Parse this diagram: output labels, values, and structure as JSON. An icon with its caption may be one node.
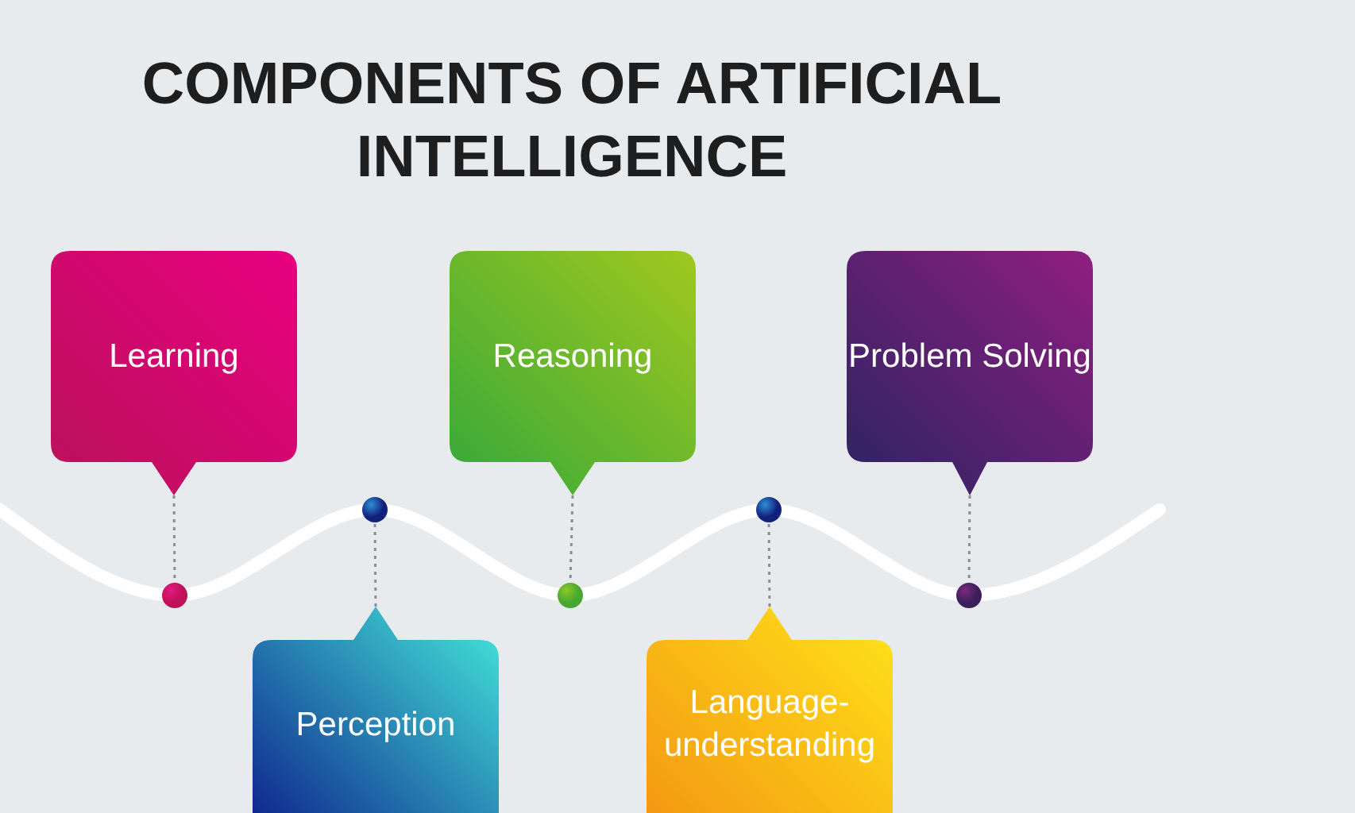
{
  "diagram": {
    "title": "COMPONENTS OF ARTIFICIAL INTELLIGENCE",
    "nodes": [
      {
        "text": [
          "Learning"
        ]
      },
      {
        "text": [
          "Reasoning"
        ]
      },
      {
        "text": [
          "Problem Solving"
        ]
      },
      {
        "text": [
          "Perception"
        ]
      },
      {
        "text": [
          "Language-understanding"
        ]
      },
      {
        "text": [],
        "shape": "circle"
      },
      {
        "text": [],
        "shape": "circle"
      },
      {
        "text": [],
        "shape": "circle"
      },
      {
        "text": [],
        "shape": "circle"
      },
      {
        "text": [],
        "shape": "circle"
      }
    ],
    "edges": [
      {
        "from": 0,
        "to": 5,
        "arrow": "none",
        "style": "dashed"
      },
      {
        "from": 3,
        "to": 6,
        "arrow": "none",
        "style": "dashed"
      },
      {
        "from": 1,
        "to": 7,
        "arrow": "none",
        "style": "dashed"
      },
      {
        "from": 4,
        "to": 8,
        "arrow": "none",
        "style": "dashed"
      },
      {
        "from": 2,
        "to": 9,
        "arrow": "none",
        "style": "dashed"
      }
    ]
  }
}
